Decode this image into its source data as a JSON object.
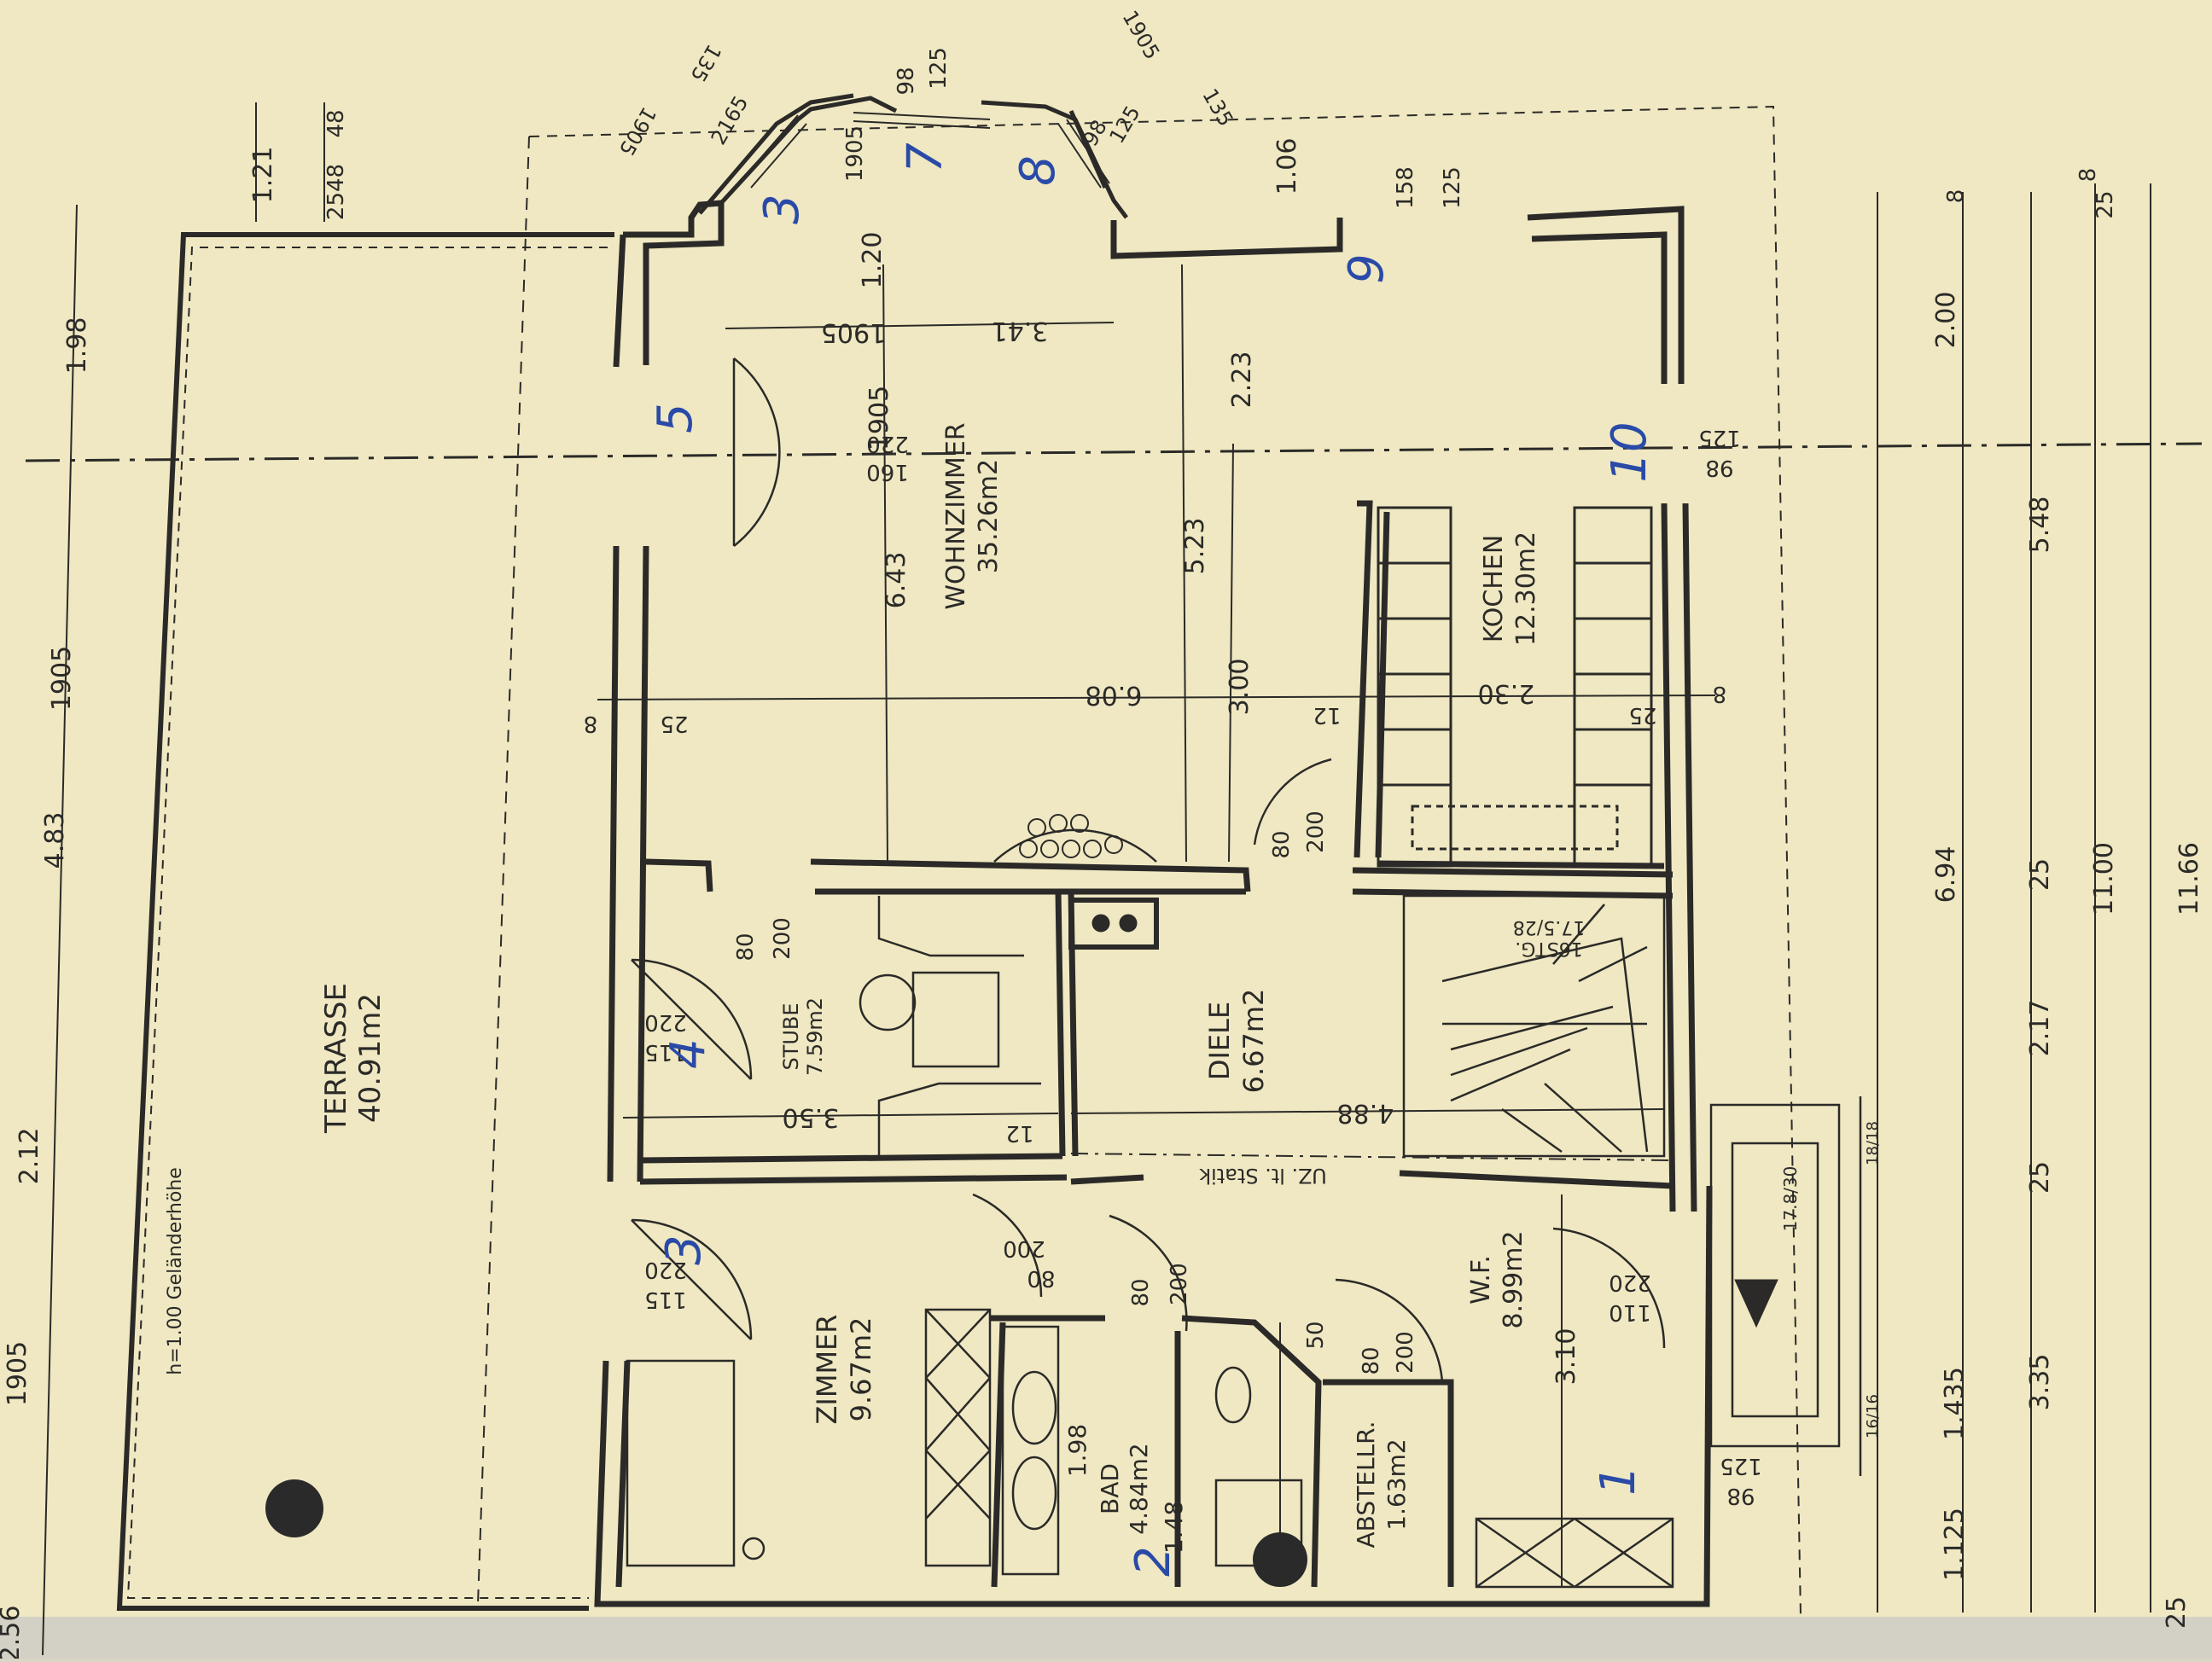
{
  "plan": {
    "terrace_name": "TERRASSE",
    "terrace_area": "40.91m2",
    "railing_note": "h=1.00 Geländerhöhe",
    "wohnzimmer_name": "WOHNZIMMER",
    "wohnzimmer_area": "35.26m2",
    "kochen_name": "KOCHEN",
    "kochen_area": "12.30m2",
    "stube_name": "STUBE",
    "stube_area": "7.59m2",
    "diele_name": "DIELE",
    "diele_area": "6.67m2",
    "zimmer_name": "ZIMMER",
    "zimmer_area": "9.67m2",
    "bad_name": "BAD",
    "bad_area": "4.84m2",
    "abstellr_name": "ABSTELLR.",
    "abstellr_area": "1.63m2",
    "wf_name": "W.F.",
    "wf_area": "8.99m2",
    "stair_stg": "16STG.",
    "stair_ratio": "17.5/28",
    "uz_note": "UZ. lt. Statik",
    "chimney_a": "17.8/30",
    "chimney_b": "18/18",
    "chimney_c": "16/16"
  },
  "dimensions": {
    "d_121": "1.21",
    "d_2548": "2548",
    "d_48": "48",
    "d_198": "1.98",
    "d_1905_left": "1905",
    "d_483": "4.83",
    "d_212": "2.12",
    "d_1905_left2": "1905",
    "d_256": "2.56",
    "d_643": "6.43",
    "d_523": "5.23",
    "d_223": "2.23",
    "d_300": "3.00",
    "d_608": "6.08",
    "d_230": "2.30",
    "d_341": "3.41",
    "d_1905_top": "1905",
    "d_1905_mid": "1905",
    "d_120": "1.20",
    "d_1905_bay": "1905",
    "d_106": "1.06",
    "d_158": "158",
    "d_125_top": "125",
    "d_98_top": "98",
    "d_125_topc": "125",
    "d_135_l": "135",
    "d_1905_l": "1905",
    "d_135_r": "135",
    "d_1905_r": "1905",
    "d_2165": "2165",
    "d_98_r": "98",
    "d_125_r": "125",
    "d_350": "3.50",
    "d_488": "4.88",
    "d_310": "3.10",
    "d_198_bad": "1.98",
    "d_148": "1.48",
    "d_200_right": "2.00",
    "d_548": "5.48",
    "d_694": "6.94",
    "d_1100": "11.00",
    "d_1166": "11.66",
    "d_217": "2.17",
    "d_335": "3.35",
    "d_1435": "1.435",
    "d_1125": "1.125",
    "d_25_a": "25",
    "d_25_b": "25",
    "d_25_c": "25",
    "d_25_d": "25",
    "d_8_a": "8",
    "d_8_b": "8",
    "d_25_l": "25",
    "d_25_r": "25",
    "d_12_a": "12",
    "d_12_b": "12",
    "d_8_l": "8",
    "d_8_r": "8",
    "d_125_win": "125",
    "d_98_win": "98",
    "d_125_win2": "125",
    "d_98_win2": "98",
    "d_220_a": "220",
    "d_160": "160",
    "d_220_b": "220",
    "d_115_b": "115",
    "d_220_c": "220",
    "d_115_c": "115",
    "d_220_d": "220",
    "d_110": "110",
    "d_80_a": "80",
    "d_200_a": "200",
    "d_80_b": "80",
    "d_200_b": "200",
    "d_80_c": "80",
    "d_200_c": "200",
    "d_80_d": "80",
    "d_200_d": "200",
    "d_80_e": "80",
    "d_200_e": "200",
    "d_50": "50"
  },
  "handwritten": {
    "n1": "1",
    "n2": "2",
    "n3": "3",
    "n3b": "3",
    "n4": "4",
    "n5": "5",
    "n7": "7",
    "n8": "8",
    "n9": "9",
    "n10": "10"
  },
  "colors": {
    "paper": "#efe8c2",
    "ink": "#2b2a28",
    "blue_ink": "#2a4aa8",
    "background": "#d9d6c8"
  }
}
